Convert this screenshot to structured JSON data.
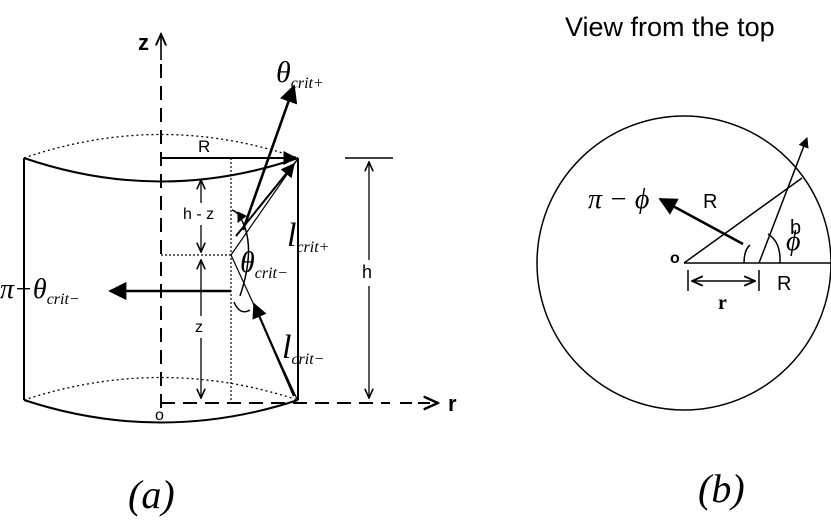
{
  "figure_a": {
    "axis_z": "z",
    "axis_r": "r",
    "origin": "o",
    "radius": "R",
    "h_minus_z": "h - z",
    "z_label": "z",
    "h_label": "h",
    "theta_plus": {
      "main": "θ",
      "sub": "crit+"
    },
    "theta_minus": {
      "main": "θ",
      "sub": "crit−"
    },
    "pi_minus_theta": {
      "prefix": "π−θ",
      "sub": "crit−"
    },
    "l_plus": {
      "main": "l",
      "sub": "crit+"
    },
    "l_minus": {
      "main": "l",
      "sub": "crit−"
    },
    "caption": "(a)"
  },
  "figure_b": {
    "title": "View from the top",
    "radius_upper": "R",
    "radius_lower": "R",
    "b_label": "b",
    "phi_label": "ϕ",
    "pi_minus_phi": "π − ϕ",
    "origin": "o",
    "r_label": "r",
    "caption": "(b)"
  },
  "colors": {
    "ink": "#000000",
    "background": "#ffffff"
  }
}
